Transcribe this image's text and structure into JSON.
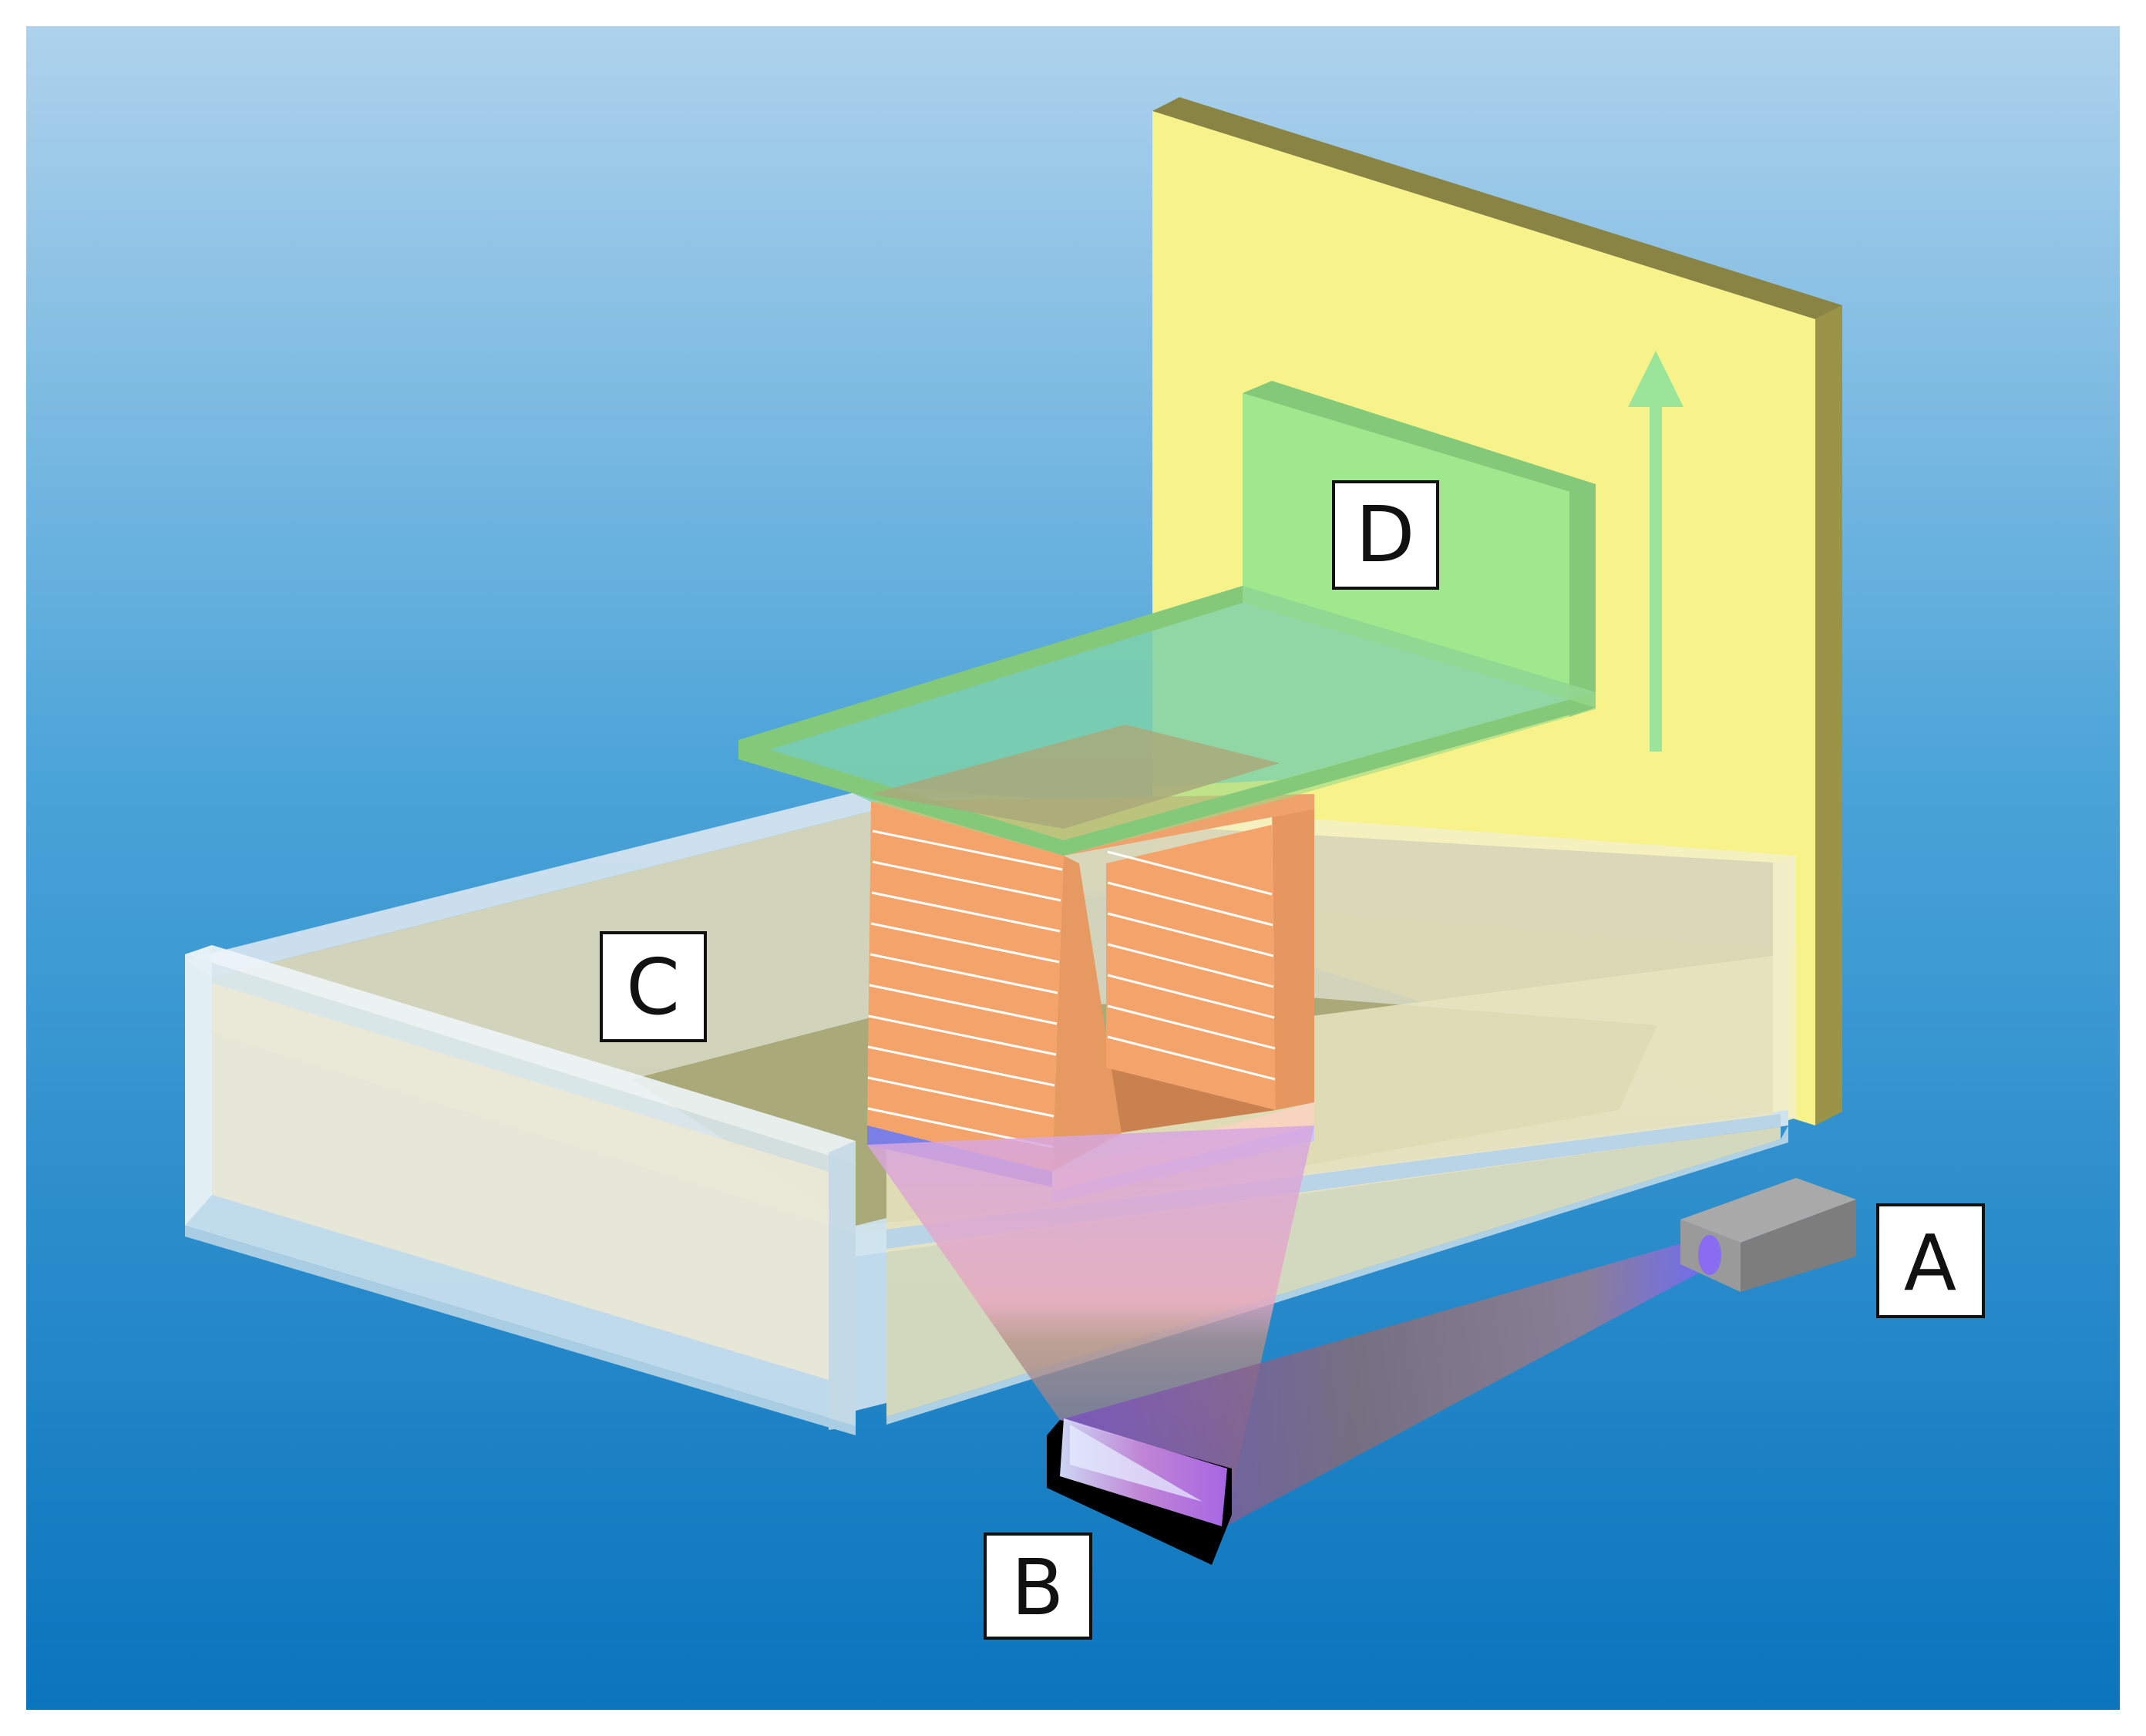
{
  "labels": {
    "A": "A",
    "B": "B",
    "C": "C",
    "D": "D"
  },
  "colors": {
    "background_top": "#aed2ec",
    "background_bottom": "#0a74bd",
    "vat": "#e8e4c2",
    "vat_floor": "#a9a97a",
    "build_plate": "#8fd889",
    "elevator_wall": "#f7f28a",
    "printed_part": "#f4a46b",
    "light_beam": "#c38ecb",
    "laser_source": "#7d7d7d",
    "mirror": "#000000",
    "arrow": "#9be59b"
  },
  "icons": {
    "scanning_mirror": "galvo-mirror-icon",
    "light_source": "laser-module-icon"
  }
}
